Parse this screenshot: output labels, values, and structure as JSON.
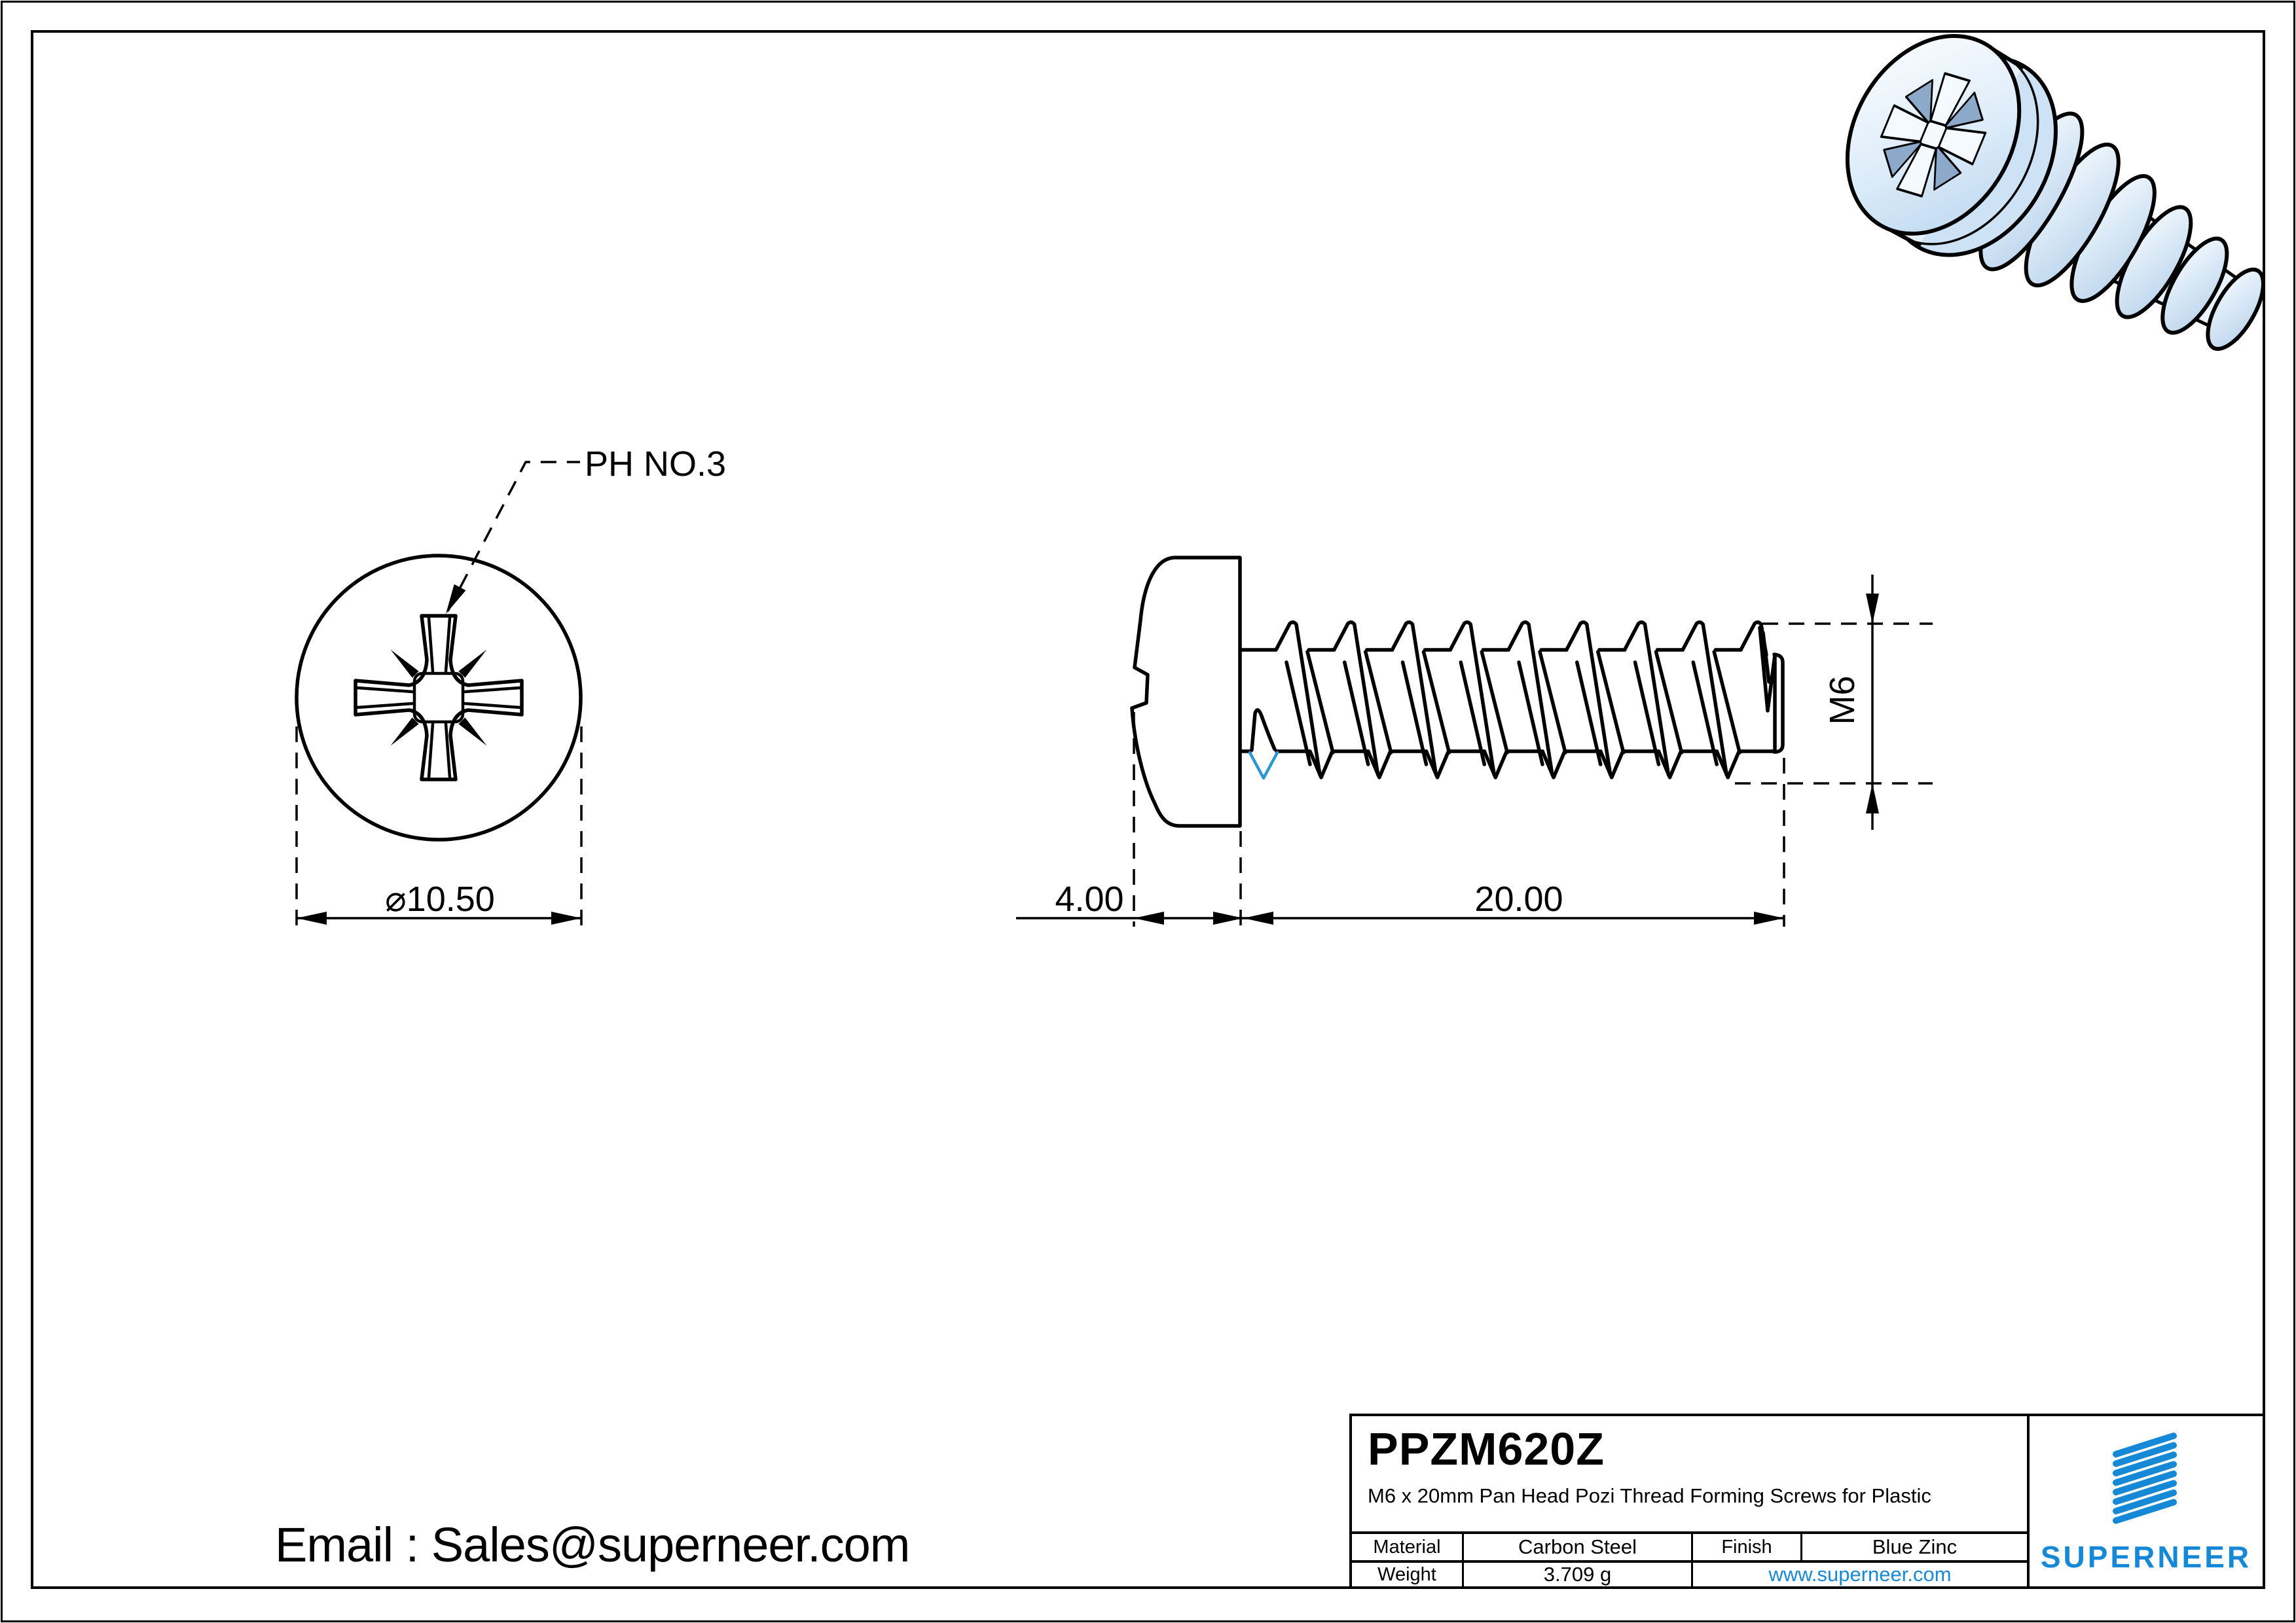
{
  "drawing": {
    "ph_label": "PH NO.3",
    "diameter_label": "⌀10.50",
    "head_height_label": "4.00",
    "length_label": "20.00",
    "thread_size_label": "M6"
  },
  "contact": {
    "email": "Email : Sales@superneer.com"
  },
  "title_block": {
    "part_number": "PPZM620Z",
    "description": "M6 x 20mm Pan Head Pozi Thread Forming Screws for Plastic",
    "material_label": "Material",
    "material_value": "Carbon Steel",
    "finish_label": "Finish",
    "finish_value": "Blue Zinc",
    "weight_label": "Weight",
    "weight_value": "3.709 g",
    "website": "www.superneer.com",
    "brand": "SUPERNEER"
  },
  "colors": {
    "line": "#000000",
    "accent_blue": "#1689d6",
    "thread_highlight": "#2e97d1",
    "screw_fill_light": "#eef5fc",
    "screw_fill_shade": "#bcd7ef"
  }
}
